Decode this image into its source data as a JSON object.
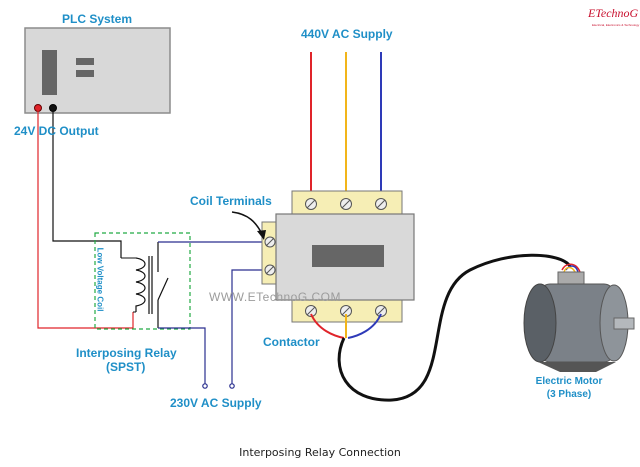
{
  "logo": {
    "brand": "ETechnoG",
    "tagline": "Electrical, Electronics & Technology"
  },
  "labels": {
    "plc_system": "PLC System",
    "dc_output": "24V DC Output",
    "ac_supply_440": "440V AC Supply",
    "coil_terminals": "Coil Terminals",
    "low_voltage_coil": "Low Voltage Coil",
    "interposing_relay_1": "Interposing Relay",
    "interposing_relay_2": "(SPST)",
    "contactor": "Contactor",
    "ac_supply_230": "230V AC Supply",
    "motor_1": "Electric Motor",
    "motor_2": "(3 Phase)",
    "watermark": "WWW.ETechnoG.COM"
  },
  "caption": "Interposing Relay Connection",
  "colors": {
    "label": "#1f8fc7",
    "phase_r": "#e0242a",
    "phase_y": "#f2b51a",
    "phase_b": "#2e3ab8",
    "control_wire": "#2a2f8f",
    "dc_pos": "#e0242a",
    "dc_neg": "#111111",
    "relay_box": "#22aa44",
    "contactor_body": "#d9d9d9",
    "terminal_block": "#f6eeb5"
  }
}
